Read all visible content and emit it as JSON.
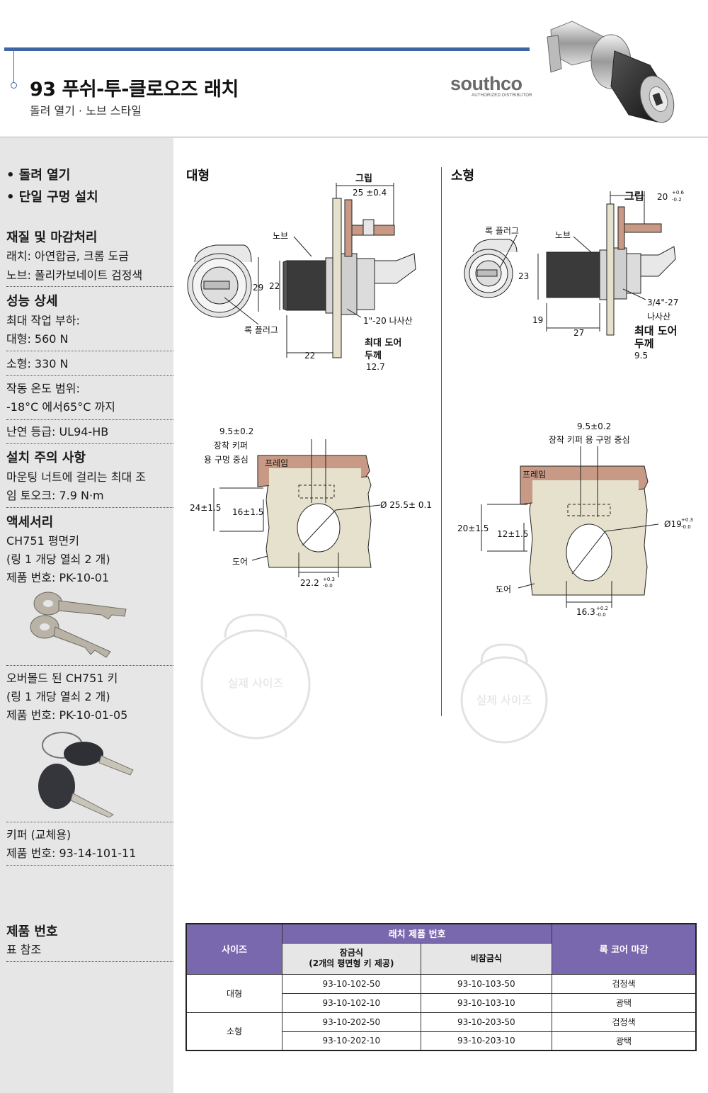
{
  "header": {
    "title": "93 푸쉬-투-클로오즈 래치",
    "subtitle": "돌려 열기 · 노브 스타일",
    "brand_name": "southco",
    "brand_sub": "AUTHORIZED DISTRIBUTOR"
  },
  "sidebar": {
    "features": [
      "돌려 열기",
      "단일 구멍 설치"
    ],
    "material": {
      "heading": "재질 및 마감처리",
      "lines": [
        "래치: 아연합금, 크롬 도금",
        "노브: 폴리카보네이트 검정색"
      ]
    },
    "performance": {
      "heading": "성능 상세",
      "load_label": "최대 작업 부하:",
      "load_large": "대형: 560 N",
      "load_small": "소형: 330 N",
      "temp_label": "작동 온도 범위:",
      "temp_value": "-18°C 에서65°C 까지",
      "flame": "난연 등급: UL94-HB"
    },
    "install": {
      "heading": "설치 주의 사항",
      "text": "마운팅 너트에 걸리는 최대 조\n임 토오크: 7.9 N·m"
    },
    "accessories": {
      "heading": "액세서리",
      "item1": "CH751 평면키\n(링 1 개당 열쇠 2 개)\n제품 번호: PK-10-01",
      "item2": "오버몰드 된 CH751 키\n(링 1 개당 열쇠 2 개)\n제품 번호: PK-10-01-05",
      "item3": "키퍼 (교체용)\n제품 번호: 93-14-101-11"
    },
    "part_number": {
      "heading": "제품 번호",
      "text": "표 참조"
    }
  },
  "large": {
    "label": "대형",
    "grip": "그립",
    "grip_value": "25 ±0.4",
    "knob": "노브",
    "dim_29": "29",
    "dim_22a": "22",
    "lock_plug": "록 플러그",
    "nut": "1\"-20 나사산",
    "dim_22b": "22",
    "max_door": "최대 도어",
    "thickness": "두께",
    "thickness_value": "12.7",
    "hole_center_dim": "9.5±0.2",
    "hole_center_1": "장착 키퍼",
    "hole_center_2": "용 구멍 중심",
    "frame": "프레임",
    "dim_24": "24±1.5",
    "dim_16": "16±1.5",
    "dia": "Ø 25.5± 0.1",
    "door": "도어",
    "dim_width": "22.2",
    "tol_plus": "+0.3",
    "tol_minus": "-0.0"
  },
  "small": {
    "label": "소형",
    "grip": "그립",
    "grip_value": "20",
    "grip_tol_plus": "+0.6",
    "grip_tol_minus": "-0.2",
    "lock_plug": "록 플러그",
    "knob": "노브",
    "dim_23": "23",
    "dim_19": "19",
    "dim_27": "27",
    "thread": "3/4\"-27",
    "nut": "나사산",
    "max_door": "최대 도어",
    "thickness": "두께",
    "thickness_value": "9.5",
    "hole_center_dim": "9.5±0.2",
    "hole_center_text": "장착 키퍼 용 구멍 중심",
    "frame": "프레임",
    "dim_20": "20±1.5",
    "dim_12": "12±1.5",
    "dia": "Ø19",
    "dia_tol_plus": "+0.3",
    "dia_tol_minus": "-0.0",
    "door": "도어",
    "dim_width": "16.3",
    "tol_plus": "+0.2",
    "tol_minus": "-0.0"
  },
  "actual_size": "실제 사이즈",
  "table": {
    "col_size": "사이즈",
    "col_latch": "래치 제품 번호",
    "col_locking": "잠금식",
    "col_locking_sub": "(2개의 평면형 키 제공)",
    "col_nonlocking": "비잠금식",
    "col_finish": "록 코어 마감",
    "size_large": "대형",
    "size_small": "소형",
    "rows": [
      {
        "locking": "93-10-102-50",
        "nonlocking": "93-10-103-50",
        "finish": "검정색"
      },
      {
        "locking": "93-10-102-10",
        "nonlocking": "93-10-103-10",
        "finish": "광택"
      },
      {
        "locking": "93-10-202-50",
        "nonlocking": "93-10-203-50",
        "finish": "검정색"
      },
      {
        "locking": "93-10-202-10",
        "nonlocking": "93-10-203-10",
        "finish": "광택"
      }
    ]
  },
  "colors": {
    "accent_blue": "#3f66a4",
    "table_purple": "#7a68ae",
    "frame_brown": "#c89a86",
    "door_beige": "#e5e1cc"
  }
}
